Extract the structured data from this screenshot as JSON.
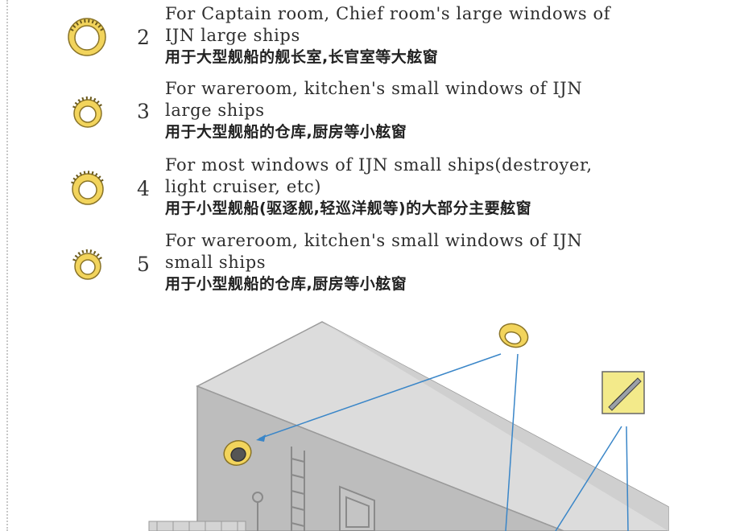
{
  "colors": {
    "ring_gold": "#f2d45c",
    "ring_outline": "#8a7428",
    "hull_light": "#d9d9d9",
    "hull_dark": "#b8b8b8",
    "arrow_blue": "#3a86c8",
    "tool_box": "#f3ea8a"
  },
  "items": [
    {
      "number": "2",
      "en_line1": "For Captain room, Chief room's large windows of",
      "en_line2": "IJN large ships",
      "zh": "用于大型舰船的舰长室,长官室等大舷窗"
    },
    {
      "number": "3",
      "en_line1": "For wareroom, kitchen's small windows of IJN",
      "en_line2": "large ships",
      "zh": "用于大型舰船的仓库,厨房等小舷窗"
    },
    {
      "number": "4",
      "en_line1": "For most windows of IJN small ships(destroyer,",
      "en_line2": "light cruiser, etc)",
      "zh": "用于小型舰船(驱逐舰,轻巡洋舰等)的大部分主要舷窗"
    },
    {
      "number": "5",
      "en_line1": "For wareroom, kitchen's small windows of IJN",
      "en_line2": "small ships",
      "zh": "用于小型舰船的仓库,厨房等小舷窗"
    }
  ],
  "icons": {
    "porthole": "porthole-ring-icon",
    "tool": "hobby-knife-icon"
  }
}
